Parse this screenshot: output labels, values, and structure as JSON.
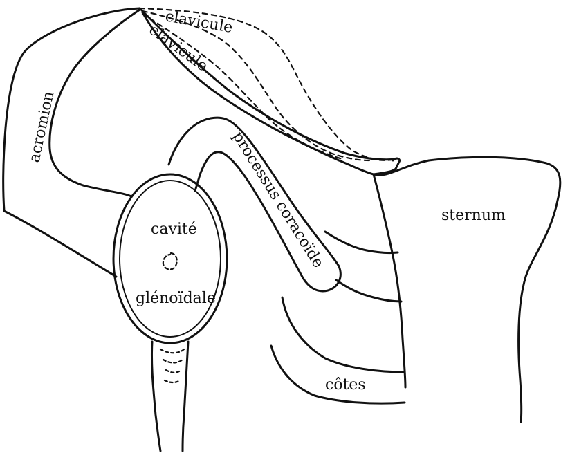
{
  "labels": {
    "clavicule_upper": "clavicule",
    "clavicule_lower": "clavicule",
    "acromion": "acromion",
    "coracoid": "processus coracoïde",
    "glenoid_line1": "cavité",
    "glenoid_line2": "glénoïdale",
    "sternum": "sternum",
    "ribs": "côtes"
  }
}
